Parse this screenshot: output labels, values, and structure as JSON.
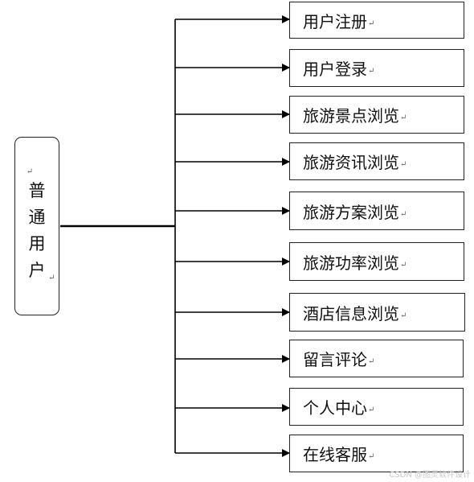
{
  "root": {
    "chars": [
      "普",
      "通",
      "用",
      "户"
    ],
    "mark": "↵"
  },
  "children": [
    {
      "label": "用户注册"
    },
    {
      "label": "用户登录"
    },
    {
      "label": "旅游景点浏览"
    },
    {
      "label": "旅游资讯浏览"
    },
    {
      "label": "旅游方案浏览"
    },
    {
      "label": "旅游功率浏览"
    },
    {
      "label": "酒店信息浏览"
    },
    {
      "label": "留言评论"
    },
    {
      "label": "个人中心"
    },
    {
      "label": "在线客服"
    }
  ],
  "paragraph_mark": "↵",
  "watermark": "CSDN @图灵软件设计"
}
